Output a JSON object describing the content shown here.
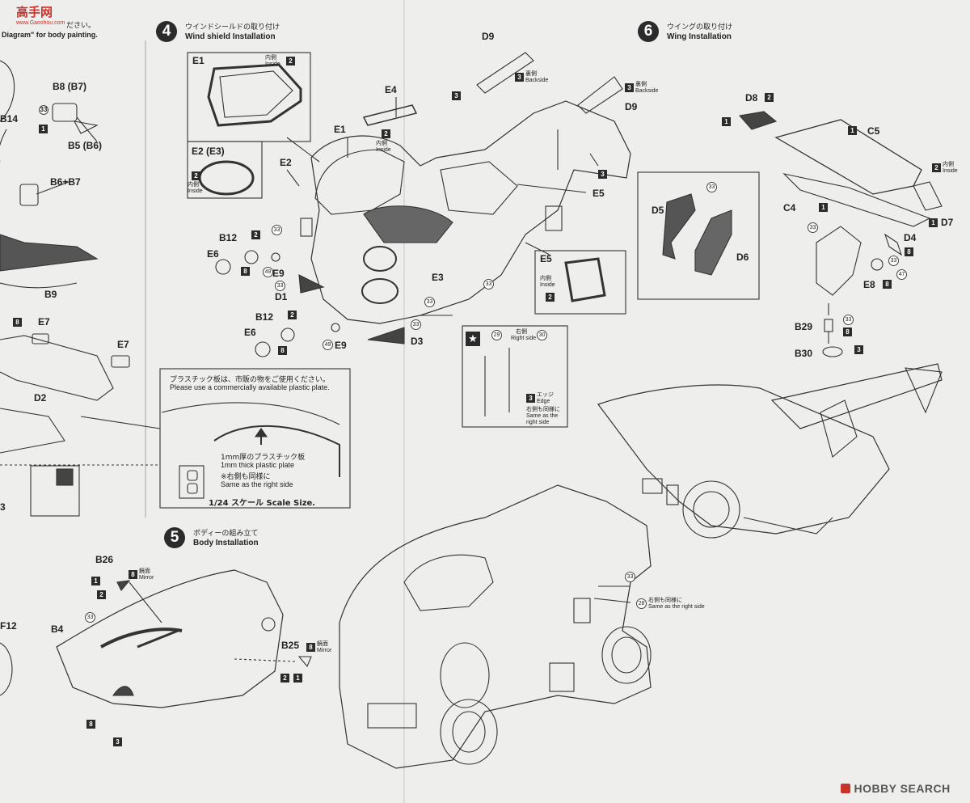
{
  "top_left": {
    "line1": "ださい。",
    "line2": "Diagram\" for body painting."
  },
  "step4": {
    "number": "4",
    "title_jp": "ウインドシールドの取り付け",
    "title_en": "Wind shield Installation"
  },
  "step5": {
    "number": "5",
    "title_jp": "ボディーの組み立て",
    "title_en": "Body Installation"
  },
  "step6": {
    "number": "6",
    "title_jp": "ウイングの取り付け",
    "title_en": "Wing Installation"
  },
  "parts": {
    "b8b7": "B8 (B7)",
    "b14": "B14",
    "b5b6": "B5 (B6)",
    "b6b7": "B6+B7",
    "b9": "B9",
    "e7a": "E7",
    "e7b": "E7",
    "d2": "D2",
    "e1box": "E1",
    "e1": "E1",
    "e2e3": "E2 (E3)",
    "e2": "E2",
    "e4": "E4",
    "d9a": "D9",
    "d9b": "D9",
    "e5": "E5",
    "e5box": "E5",
    "e3": "E3",
    "b12a": "B12",
    "b12b": "B12",
    "e6a": "E6",
    "e6b": "E6",
    "e9a": "E9",
    "e9b": "E9",
    "d1": "D1",
    "d3": "D3",
    "d8": "D8",
    "c5": "C5",
    "c4": "C4",
    "d7": "D7",
    "d5": "D5",
    "d6": "D6",
    "d4": "D4",
    "e8": "E8",
    "b29": "B29",
    "b30": "B30",
    "b26": "B26",
    "b4": "B4",
    "b25": "B25",
    "f12": "F12",
    "num3": "3"
  },
  "notes": {
    "inside_jp": "内側",
    "inside_en": "Inside",
    "backside_jp": "裏側",
    "backside_en": "Backside",
    "mirror_jp": "鏡面",
    "mirror_en": "Mirror",
    "right_side_jp": "右側",
    "right_side_en": "Right side",
    "edge_jp": "エッジ",
    "edge_en": "Edge",
    "same_right_jp": "右側も同様に",
    "same_right_en1": "Same as the",
    "same_right_en2": "right side",
    "same_right_full_en": "Same as the right side"
  },
  "plastic_box": {
    "line_jp": "プラスチック板は、市販の物をご使用ください。",
    "line_en": "Please use a commercially available plastic plate.",
    "thick_jp": "1mm厚のプラスチック板",
    "thick_en": "1mm thick plastic plate",
    "same_jp": "※右側も同様に",
    "same_en": "Same as the right side",
    "scale": "1/24 スケール Scale Size."
  },
  "codes": {
    "c1": "1",
    "c2": "2",
    "c3": "3",
    "c8": "8",
    "c28": "28",
    "c29": "29",
    "c30": "30",
    "c33": "33",
    "c47": "47",
    "c49": "49"
  },
  "watermark": {
    "top": "高手网",
    "top_sub": "www.Gaoshou.com",
    "bottom": "HOBBY SEARCH"
  },
  "colors": {
    "paper": "#eeeeec",
    "ink": "#2b2b2b",
    "watermark_red": "#c8332b"
  }
}
